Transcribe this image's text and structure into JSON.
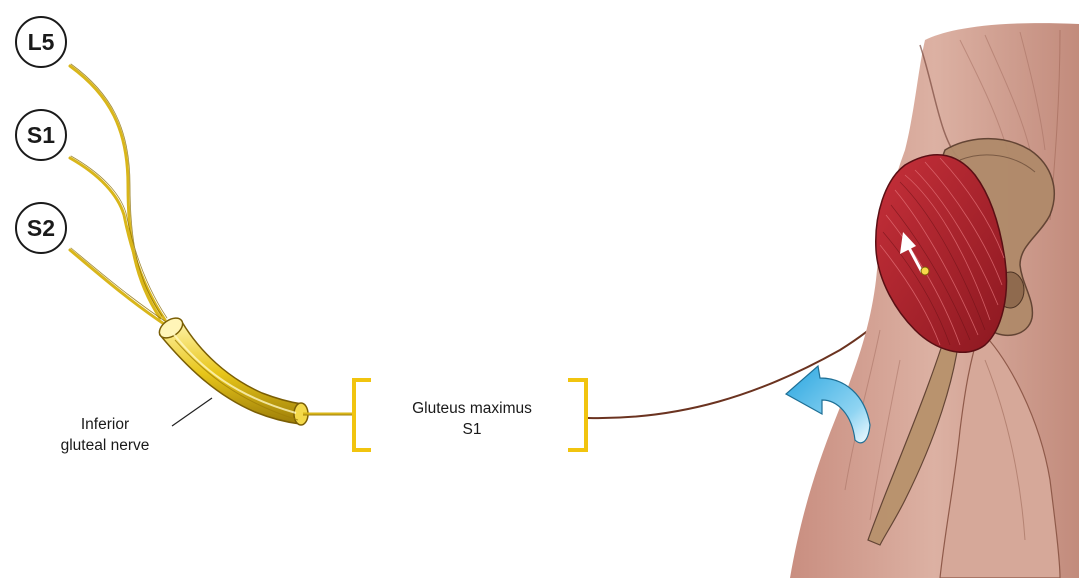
{
  "roots": [
    {
      "label": "L5"
    },
    {
      "label": "S1"
    },
    {
      "label": "S2"
    }
  ],
  "nerve": {
    "line1": "Inferior",
    "line2": "gluteal nerve"
  },
  "muscle": {
    "name": "Gluteus maximus",
    "root": "S1"
  },
  "colors": {
    "nerve_yellow": "#e8c61a",
    "bracket_yellow": "#f1c40f",
    "muscle_red": "#b3242c",
    "skin": "#d4a393",
    "bone": "#b08a6a",
    "arrow_blue": "#46b4e6",
    "connector_brown": "#6b3320"
  }
}
